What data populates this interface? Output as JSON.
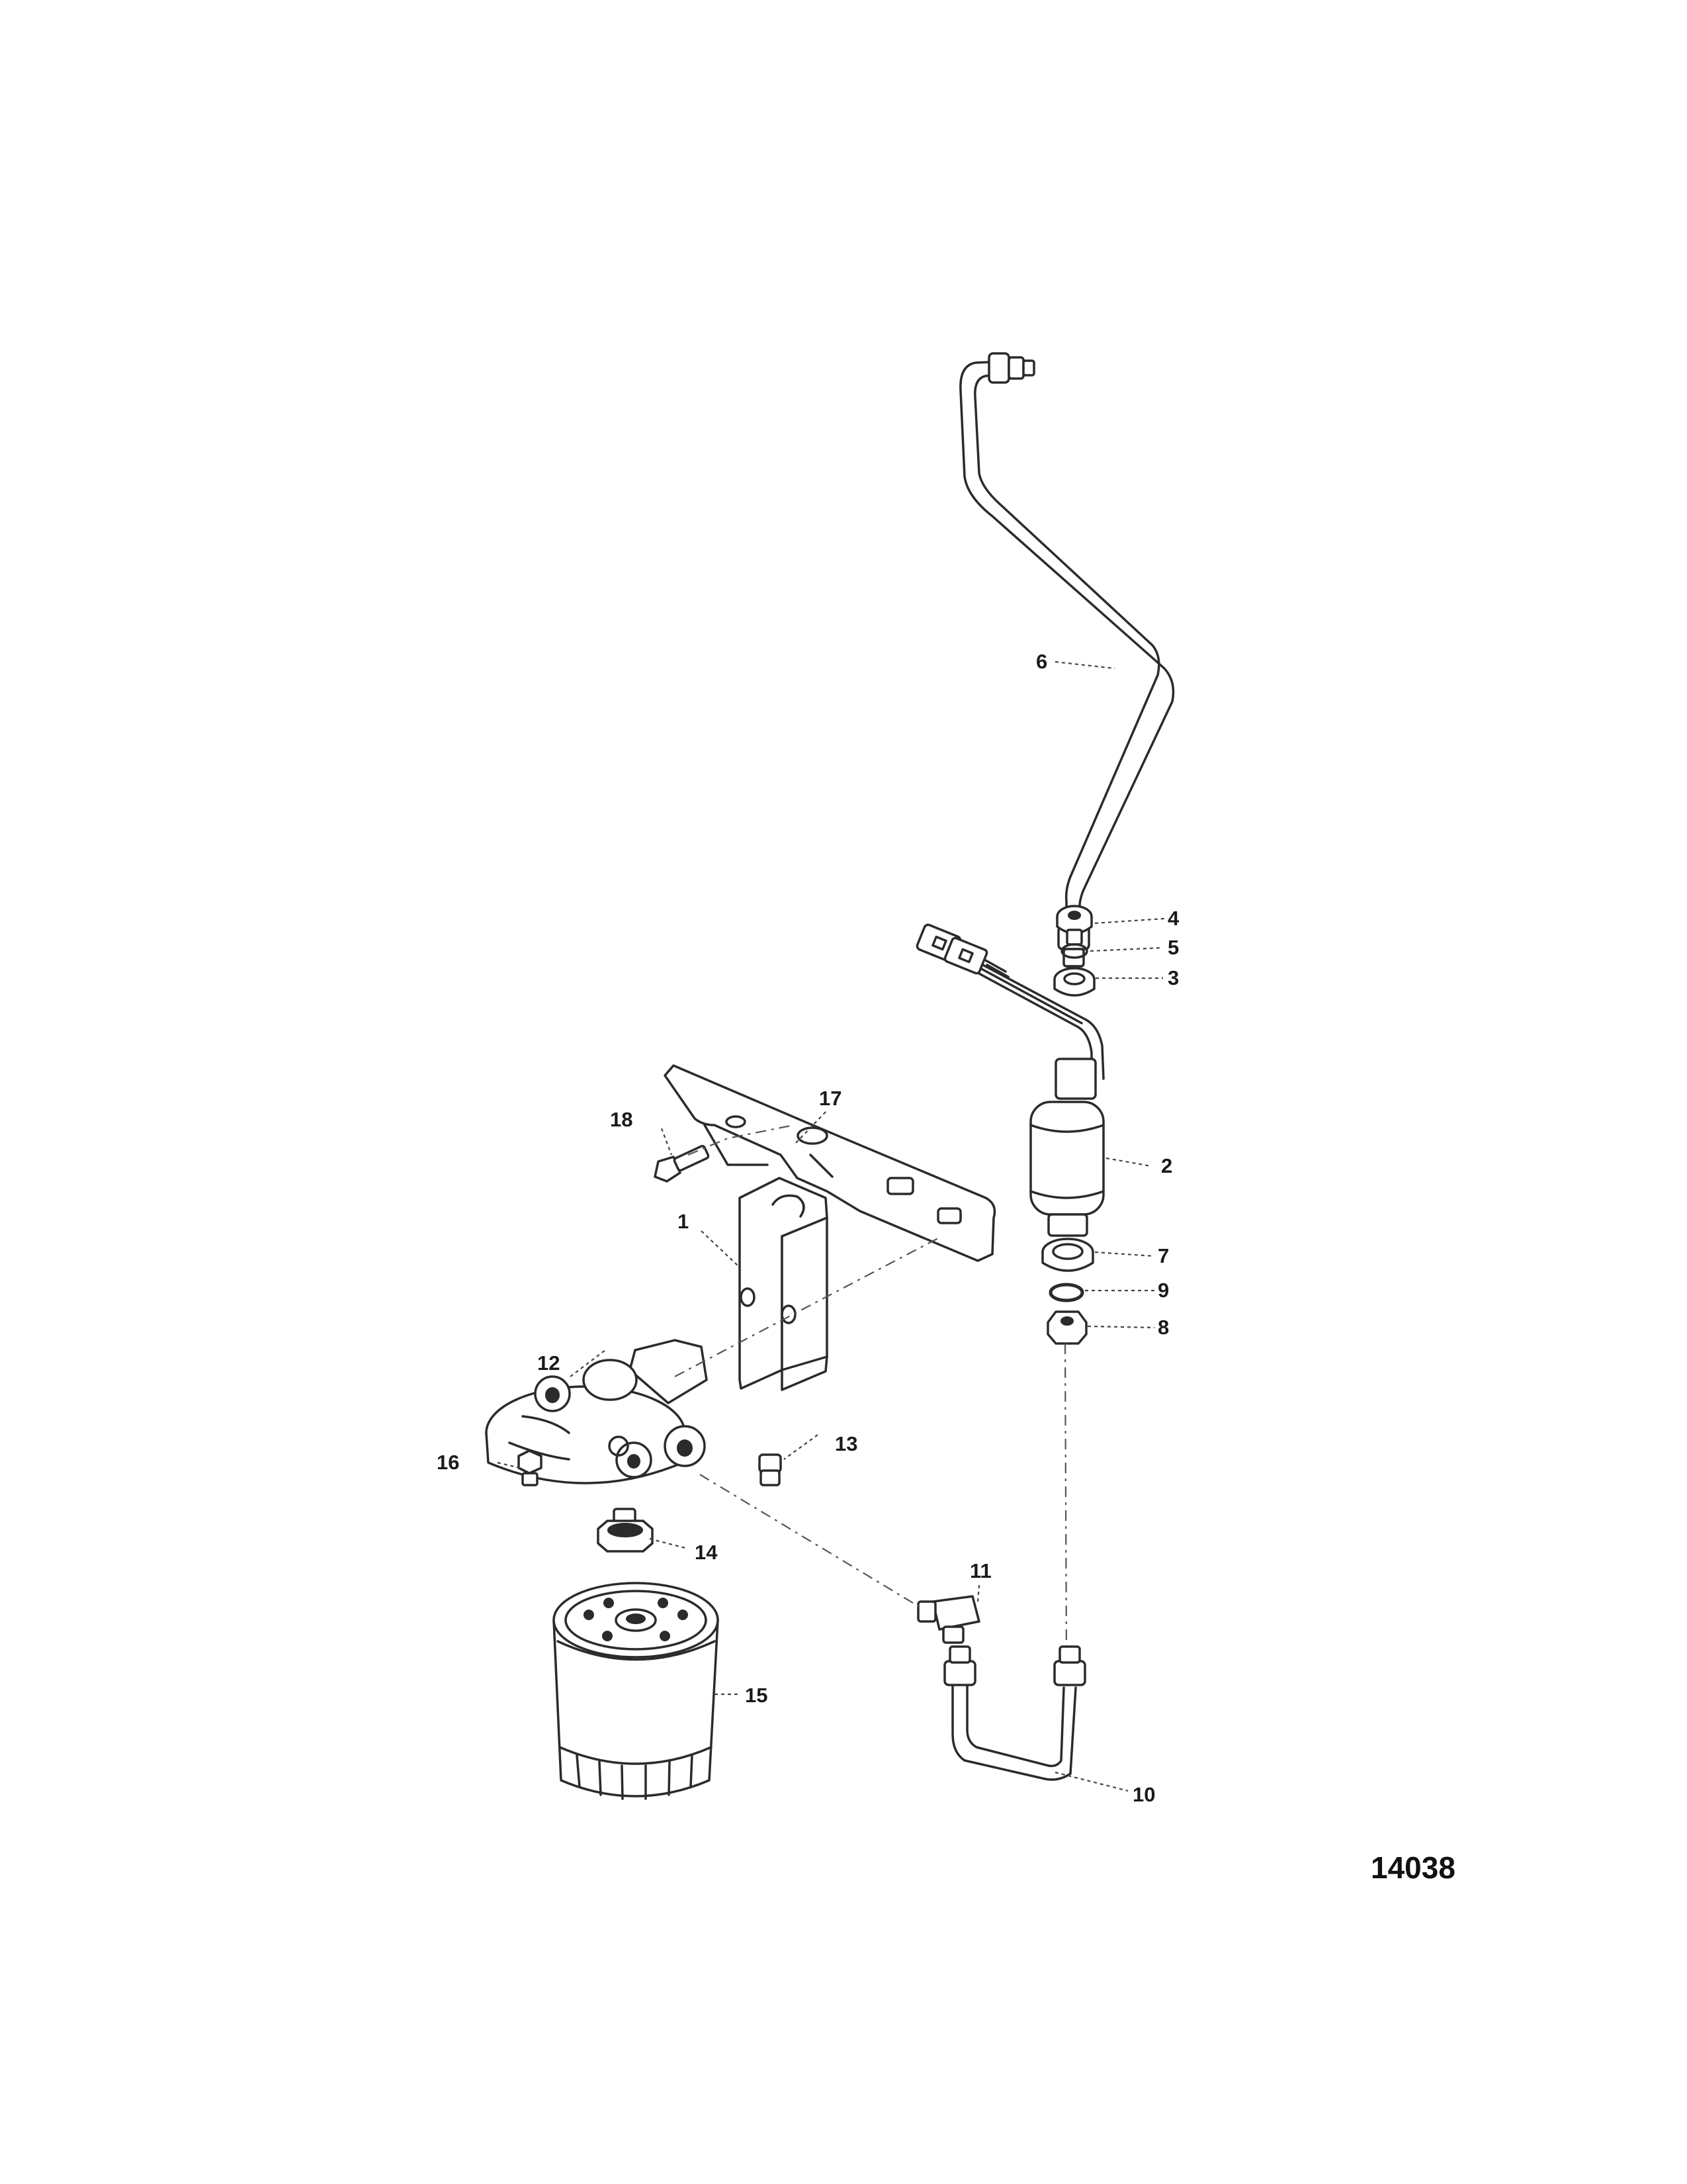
{
  "diagram": {
    "figure_id": "14038",
    "callouts": [
      {
        "id": "c1",
        "label": "1"
      },
      {
        "id": "c2",
        "label": "2"
      },
      {
        "id": "c3",
        "label": "3"
      },
      {
        "id": "c4",
        "label": "4"
      },
      {
        "id": "c5",
        "label": "5"
      },
      {
        "id": "c6",
        "label": "6"
      },
      {
        "id": "c7",
        "label": "7"
      },
      {
        "id": "c8",
        "label": "8"
      },
      {
        "id": "c9",
        "label": "9"
      },
      {
        "id": "c10",
        "label": "10"
      },
      {
        "id": "c11",
        "label": "11"
      },
      {
        "id": "c12",
        "label": "12"
      },
      {
        "id": "c13",
        "label": "13"
      },
      {
        "id": "c14",
        "label": "14"
      },
      {
        "id": "c15",
        "label": "15"
      },
      {
        "id": "c16",
        "label": "16"
      },
      {
        "id": "c17",
        "label": "17"
      },
      {
        "id": "c18",
        "label": "18"
      }
    ]
  }
}
